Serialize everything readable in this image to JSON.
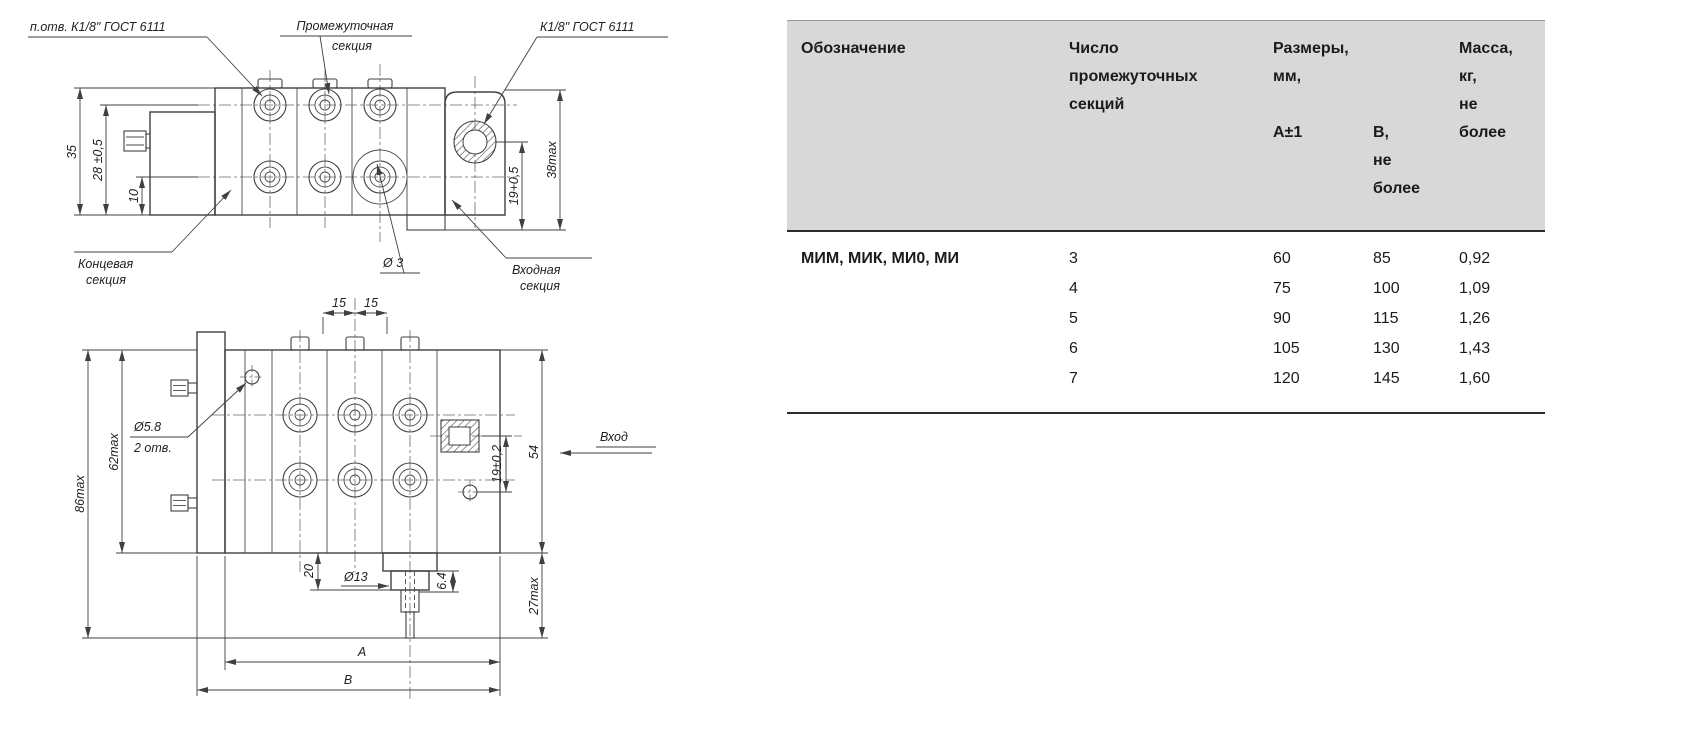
{
  "drawing": {
    "top": {
      "labels": {
        "ports_thread": "п.отв. К1/8\" ГОСТ 6111",
        "intermediate_1": "Промежуточная",
        "intermediate_2": "секция",
        "inlet_thread": "К1/8\" ГОСТ 6111",
        "end_1": "Концевая",
        "end_2": "секция",
        "input_1": "Входная",
        "input_2": "секция",
        "dia3": "Ø 3"
      },
      "dims": {
        "d35": "35",
        "d28": "28 ±0,5",
        "d10": "10",
        "d38": "38max",
        "d19": "19+0,5"
      }
    },
    "front": {
      "labels": {
        "dia58": "Ø5.8",
        "holes2": "2 отв.",
        "inlet": "Вход",
        "dia13": "Ø13",
        "dia64": "6.4"
      },
      "dims": {
        "w15a": "15",
        "w15b": "15",
        "h62": "62max",
        "h86": "86max",
        "h19": "19±0,2",
        "h54": "54",
        "h20": "20",
        "h27": "27max",
        "dimA": "А",
        "dimB": "В"
      }
    }
  },
  "table": {
    "header": {
      "designation": "Обозначение",
      "sections_count": "Число\nпромежуточных\nсекций",
      "dimensions": "Размеры,\nмм,",
      "dim_a": "А±1",
      "dim_b": "В,\nне\nболее",
      "mass": "Масса,\nкг,\nне\nболее"
    },
    "designation_value": "МИМ, МИК, МИ0, МИ",
    "rows": [
      {
        "sections": "3",
        "a": "60",
        "b": "85",
        "mass": "0,92"
      },
      {
        "sections": "4",
        "a": "75",
        "b": "100",
        "mass": "1,09"
      },
      {
        "sections": "5",
        "a": "90",
        "b": "115",
        "mass": "1,26"
      },
      {
        "sections": "6",
        "a": "105",
        "b": "130",
        "mass": "1,43"
      },
      {
        "sections": "7",
        "a": "120",
        "b": "145",
        "mass": "1,60"
      }
    ],
    "colors": {
      "header_bg": "#d8d8d8",
      "rule": "#2b2b2b"
    }
  }
}
